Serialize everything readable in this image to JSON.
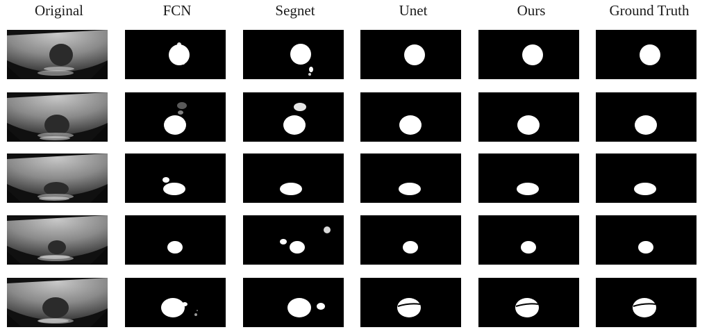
{
  "figure": {
    "columns": [
      "Original",
      "FCN",
      "Segnet",
      "Unet",
      "Ours",
      "Ground Truth"
    ],
    "row_count": 5,
    "colors": {
      "background": "#ffffff",
      "mask_background": "#000000",
      "mask_foreground": "#ffffff"
    }
  }
}
